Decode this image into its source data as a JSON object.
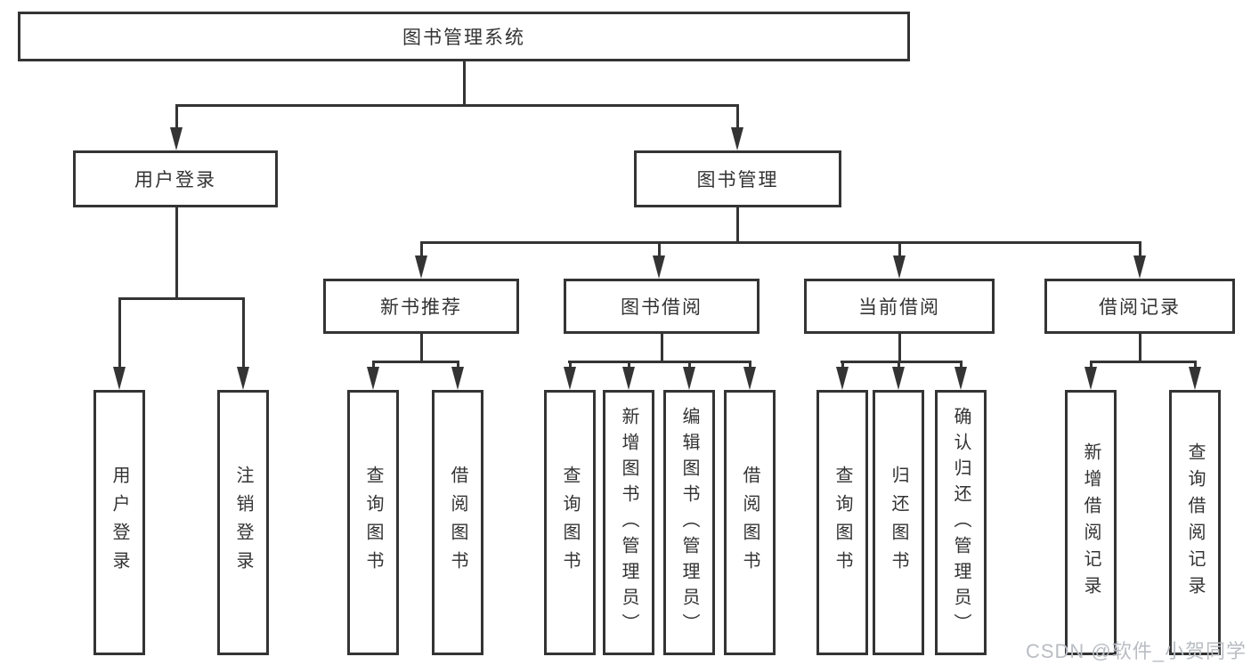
{
  "nodes": {
    "root": {
      "label": "图书管理系统"
    },
    "user_login": {
      "label": "用户登录"
    },
    "book_mgmt": {
      "label": "图书管理"
    },
    "new_book_rec": {
      "label": "新书推荐"
    },
    "book_borrow": {
      "label": "图书借阅"
    },
    "current_borrow": {
      "label": "当前借阅"
    },
    "borrow_records": {
      "label": "借阅记录"
    },
    "leaves": {
      "user_login_leaf": {
        "label": "用户登录"
      },
      "logout": {
        "label": "注销登录"
      },
      "query_book_rec": {
        "label": "查询图书"
      },
      "borrow_book_rec": {
        "label": "借阅图书"
      },
      "query_book_bb": {
        "label": "查询图书"
      },
      "add_book_admin": {
        "label": "新增图书（管理员）"
      },
      "edit_book_admin": {
        "label": "编辑图书（管理员）"
      },
      "borrow_book_bb": {
        "label": "借阅图书"
      },
      "query_book_cb": {
        "label": "查询图书"
      },
      "return_book": {
        "label": "归还图书"
      },
      "confirm_return_admin": {
        "label": "确认归还（管理员）"
      },
      "add_borrow_record": {
        "label": "新增借阅记录"
      },
      "query_borrow_record": {
        "label": "查询借阅记录"
      }
    }
  },
  "watermark": {
    "text": "CSDN @软件_小贺同学"
  },
  "colors": {
    "line": "#343434",
    "text": "#333333",
    "watermark": "#b9bdc3",
    "background": "#ffffff"
  }
}
